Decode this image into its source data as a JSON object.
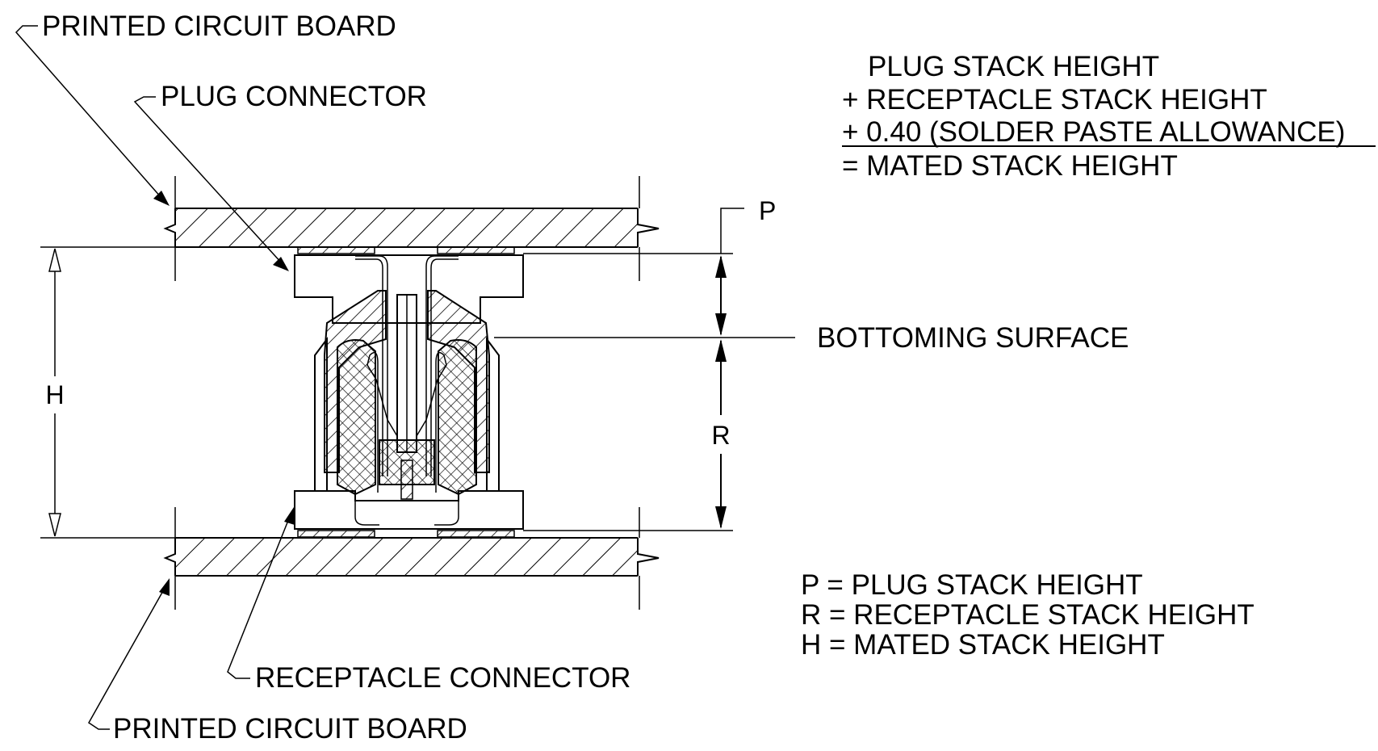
{
  "labels": {
    "pcb_top": "PRINTED CIRCUIT BOARD",
    "plug_connector": "PLUG CONNECTOR",
    "bottoming_surface": "BOTTOMING SURFACE",
    "receptacle_connector": "RECEPTACLE CONNECTOR",
    "pcb_bottom": "PRINTED CIRCUIT BOARD"
  },
  "dimensions": {
    "p": "P",
    "r": "R",
    "h": "H"
  },
  "formula": {
    "line1": "PLUG STACK HEIGHT",
    "line2": "+ RECEPTACLE STACK HEIGHT",
    "line3": "+ 0.40 (SOLDER PASTE ALLOWANCE)",
    "line4": "= MATED STACK HEIGHT"
  },
  "legend": {
    "p_def": "P = PLUG STACK HEIGHT",
    "r_def": "R = RECEPTACLE STACK HEIGHT",
    "h_def": "H = MATED STACK HEIGHT"
  }
}
